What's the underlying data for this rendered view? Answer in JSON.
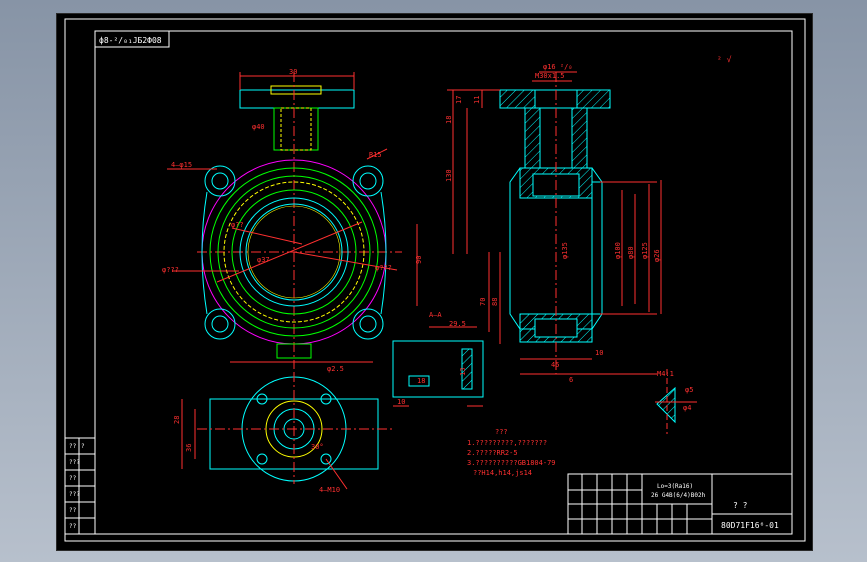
{
  "drawing": {
    "corner_label": "ф8-²/₀₁ЈБ2Ф08",
    "top_right_mark": "² √",
    "section_label": "A—A",
    "detail_label": "M4:1",
    "title_block_code": "80D71F16⁶-01",
    "title_block_marks": "?   ?",
    "plate_text_1": "Lo=3(Ra16)",
    "plate_text_2": "26 G4B(6/4)B02h",
    "notes": {
      "heading": "???",
      "line1": "1.?????????,???????",
      "line2": "2.?????RR2-5",
      "line3": "3.??????????GB1804-79",
      "line4": "??H14,h14,js14"
    },
    "dims": {
      "d_top": "30",
      "d_phi40": "φ40",
      "d_r15": "R15",
      "d_4phi": "4—φ15",
      "d_phi_inner": "φ??",
      "d_phi_outer": "φ???",
      "d_phi_mid": "φ2.5",
      "d_90": "90",
      "d_phi37": "φ37",
      "d_phi2": "φ???",
      "d_top2": "φ16 ²/₀",
      "d_m": "M30x1.5",
      "d_11": "11",
      "d_17": "17",
      "d_18": "18",
      "d_130": "130",
      "d_88": "88",
      "d_70": "70",
      "d_10": "10",
      "d_45": "45",
      "d_phi26": "φ26",
      "d_phi100": "φ100",
      "d_phi80": "φ80",
      "d_phi125": "φ125",
      "d_phi135": "φ135",
      "d_6": "6",
      "d_29": "29.5",
      "d_13": "13",
      "d_18b": "18",
      "d_10b": "10",
      "d_28": "28",
      "d_36": "36",
      "d_4m10": "4—M10",
      "d_30": "30°",
      "d_phi6": "φ5",
      "d_phi4": "φ4"
    }
  },
  "colors": {
    "frame": "#ffffff",
    "cyan": "#00ffff",
    "red": "#ff2020",
    "green": "#00ff00",
    "yellow": "#ffff00",
    "magenta": "#ff00ff",
    "purple": "#b070ff",
    "orange": "#ffb400"
  }
}
